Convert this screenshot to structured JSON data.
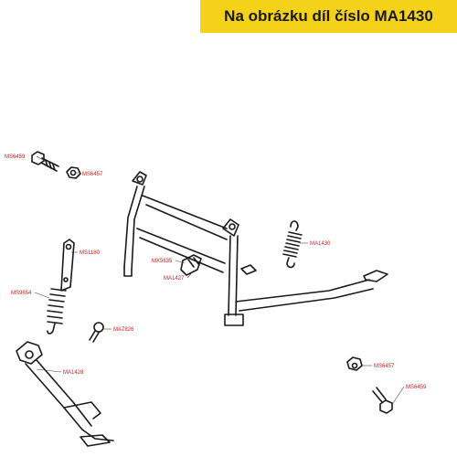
{
  "header": {
    "title": "Na obrázku díl číslo MA1430"
  },
  "colors": {
    "banner": "#f5d21a",
    "label": "#d21a1a",
    "line": "#1a1a1a"
  },
  "labels": {
    "ms6459_top": "MS6459",
    "ms6457_top": "MS6457",
    "ms1180": "MS1180",
    "ms9654": "MS9654",
    "mx5635": "MX5635",
    "ma1427": "MA1427",
    "ma1430": "MA1430",
    "ma7826": "MA7826",
    "ma1428": "MA1428",
    "ms6457_bottom": "MS6457",
    "ms6459_bottom": "MS6459"
  }
}
